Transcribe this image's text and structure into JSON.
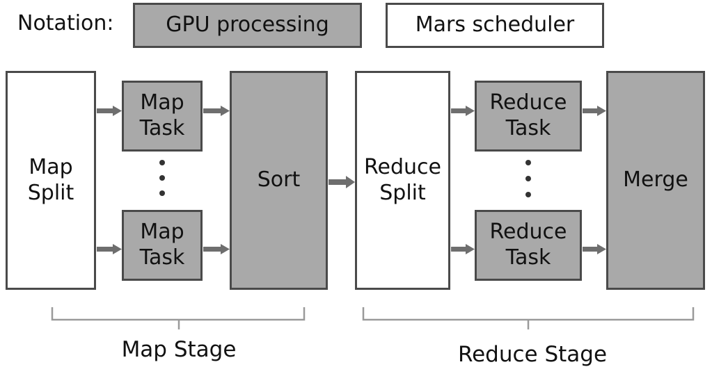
{
  "notation": {
    "label": "Notation:",
    "gpu_processing": "GPU processing",
    "mars_scheduler": "Mars scheduler"
  },
  "map_stage": {
    "map_split": [
      "Map",
      "Split"
    ],
    "map_task_top": [
      "Map",
      "Task"
    ],
    "map_task_bottom": [
      "Map",
      "Task"
    ],
    "sort": "Sort",
    "label": "Map Stage"
  },
  "reduce_stage": {
    "reduce_split": [
      "Reduce",
      "Split"
    ],
    "reduce_task_top": [
      "Reduce",
      "Task"
    ],
    "reduce_task_bottom": [
      "Reduce",
      "Task"
    ],
    "merge": "Merge",
    "label": "Reduce Stage"
  },
  "colors": {
    "gpu_fill": "#a9a9a9",
    "scheduler_fill": "#ffffff",
    "border": "#4a4a4a",
    "arrow": "#6e6e6e",
    "brace": "#9a9a9a"
  }
}
